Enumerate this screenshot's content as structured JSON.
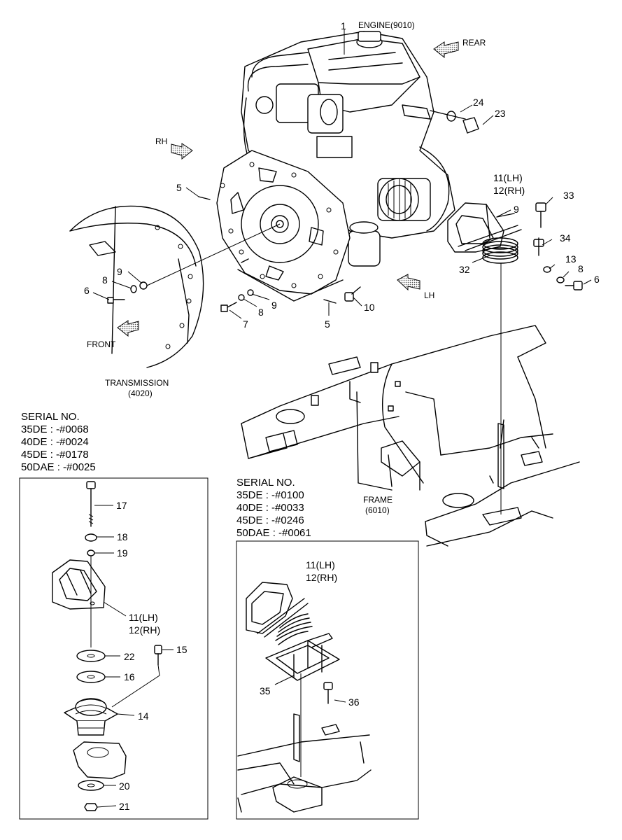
{
  "labels": {
    "engine": "ENGINE(9010)",
    "rear": "REAR",
    "rh": "RH",
    "lh": "LH",
    "front": "FRONT",
    "transmission_1": "TRANSMISSION",
    "transmission_2": "(4020)",
    "frame_1": "FRAME",
    "frame_2": "(6010)"
  },
  "part_numbers": {
    "p1": "1",
    "p24": "24",
    "p23": "23",
    "p5a": "5",
    "p5b": "5",
    "p11lh_main": "11(LH)",
    "p12rh_main": "12(RH)",
    "p9a": "9",
    "p9b": "9",
    "p9c": "9",
    "p33": "33",
    "p34": "34",
    "p32": "32",
    "p13": "13",
    "p8a": "8",
    "p8b": "8",
    "p8c": "8",
    "p6a": "6",
    "p6b": "6",
    "p7": "7",
    "p10": "10",
    "p17": "17",
    "p18": "18",
    "p19": "19",
    "p11lh_left": "11(LH)",
    "p12rh_left": "12(RH)",
    "p15": "15",
    "p22": "22",
    "p16": "16",
    "p14": "14",
    "p20": "20",
    "p21": "21",
    "p11lh_right": "11(LH)",
    "p12rh_right": "12(RH)",
    "p35": "35",
    "p36": "36"
  },
  "serial_left": {
    "title": "SERIAL NO.",
    "lines": [
      "35DE : -#0068",
      "40DE : -#0024",
      "45DE : -#0178",
      "50DAE : -#0025"
    ]
  },
  "serial_right": {
    "title": "SERIAL NO.",
    "lines": [
      "35DE : -#0100",
      "40DE : -#0033",
      "45DE : -#0246",
      "50DAE : -#0061"
    ]
  }
}
